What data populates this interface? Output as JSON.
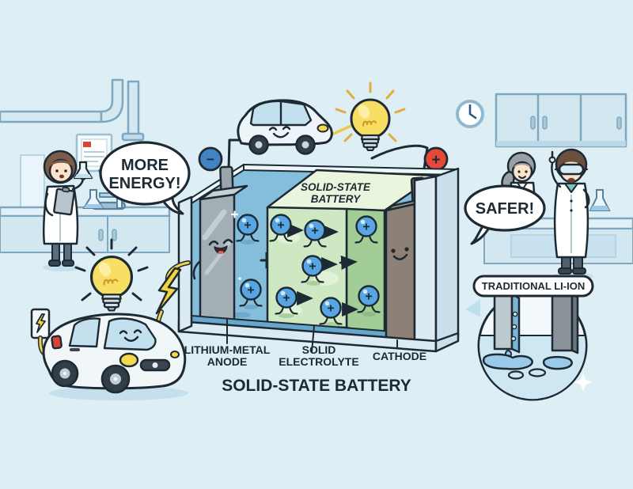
{
  "title": {
    "text": "SOLID-STATE BATTERY"
  },
  "speech": {
    "more_energy_line1": "MORE",
    "more_energy_line2": "ENERGY!",
    "safer": "SAFER!"
  },
  "battery": {
    "block_label_line1": "SOLID-STATE",
    "block_label_line2": "BATTERY",
    "labels": {
      "anode_line1": "LITHIUM-METAL",
      "anode_line2": "ANODE",
      "electrolyte_line1": "SOLID",
      "electrolyte_line2": "ELECTROLYTE",
      "cathode": "CATHODE"
    },
    "terminals": {
      "negative": "−",
      "positive": "+"
    },
    "ion_symbol": "+"
  },
  "inset": {
    "label": "TRADITIONAL LI-ION"
  },
  "colors": {
    "background": "#ddeef5",
    "outline": "#1d2a33",
    "ion_blue": "#58a5e4",
    "electrolyte_green": "#cfe8c4",
    "electrolyte_side_green": "#a3cd97",
    "electrolyte_top_green": "#e9f5dc",
    "anode_gray": "#a3aeb5",
    "cathode_gray": "#8d8177",
    "bulb_yellow": "#f8de62",
    "bolt_yellow": "#f5d33f",
    "positive_red": "#e8483a",
    "negative_blue": "#4183c4",
    "interior_blue": "#85bedb"
  }
}
